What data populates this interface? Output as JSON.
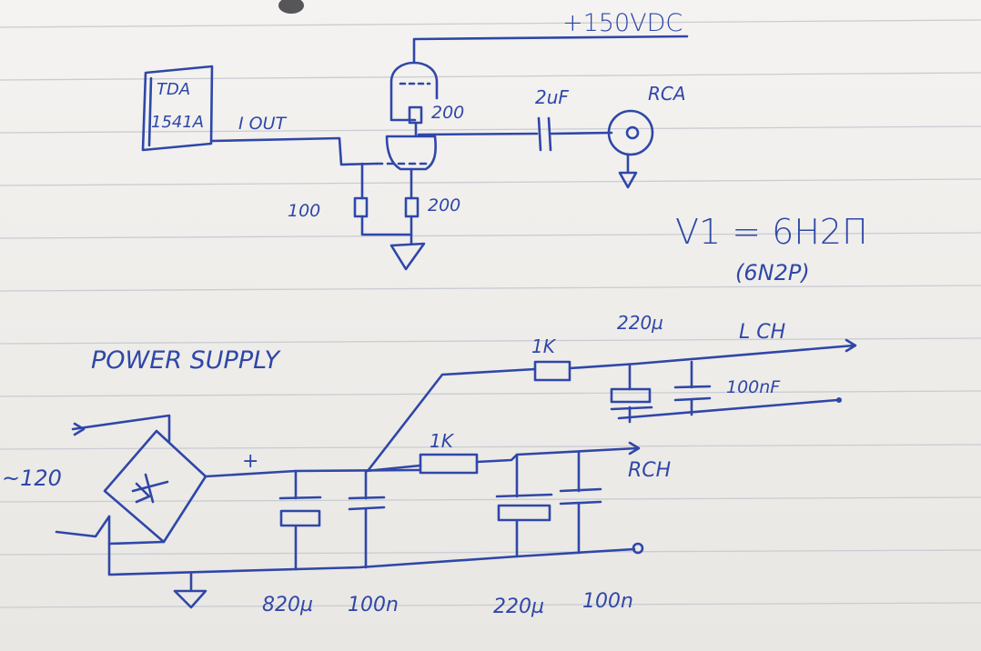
{
  "labels": {
    "supply_voltage": "+150VDC",
    "ic_name": "TDA",
    "ic_part": "1541A",
    "ic_output": "I OUT",
    "r_anode": "200",
    "r_cathode": "200",
    "r_grid": "100",
    "cap_coupling": "2uF",
    "connector": "RCA",
    "tube_id": "V1 = 6H2П",
    "tube_equiv": "(6N2P)",
    "section_title": "POWER SUPPLY",
    "mains": "~120",
    "plus_mark": "+",
    "r_left_channel": "1K",
    "r_right_channel": "1K",
    "cap_left_elec": "220µ",
    "cap_left_film": "100nF",
    "left_channel": "L CH",
    "right_channel": "RCH",
    "cap_main_elec": "820µ",
    "cap_main_film": "100n",
    "cap_right_elec": "220µ",
    "cap_right_film": "100n"
  },
  "colors": {
    "ink": "#2f47a8",
    "paper": "#f1efec",
    "rule_lines": "#c9ccd2"
  }
}
